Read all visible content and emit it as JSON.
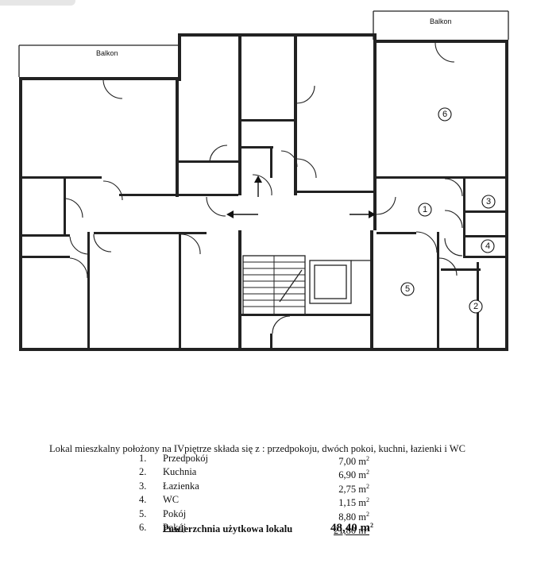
{
  "plan": {
    "balcony_left": "Balkon",
    "balcony_right": "Balkon",
    "room_numbers": [
      "1",
      "2",
      "3",
      "4",
      "5",
      "6"
    ]
  },
  "description": "Lokal mieszkalny położony na IVpiętrze składa się z : przedpokoju, dwóch  pokoi, kuchni, łazienki i WC",
  "rooms": [
    {
      "no": "1.",
      "name": "Przedpokój",
      "area": "7,00 m",
      "unit_sup": "2"
    },
    {
      "no": "2.",
      "name": "Kuchnia",
      "area": "6,90 m",
      "unit_sup": "2"
    },
    {
      "no": "3.",
      "name": "Łazienka",
      "area": "2,75 m",
      "unit_sup": "2"
    },
    {
      "no": "4.",
      "name": "WC",
      "area": "1,15 m",
      "unit_sup": "2"
    },
    {
      "no": "5.",
      "name": "Pokój",
      "area": "8,80 m",
      "unit_sup": "2"
    },
    {
      "no": "6.",
      "name": "Pokój",
      "area": "21,80 m",
      "unit_sup": "2"
    }
  ],
  "total": {
    "label": "Powierzchnia użytkowa lokalu",
    "value": "48,40 m",
    "unit_sup": "2"
  }
}
